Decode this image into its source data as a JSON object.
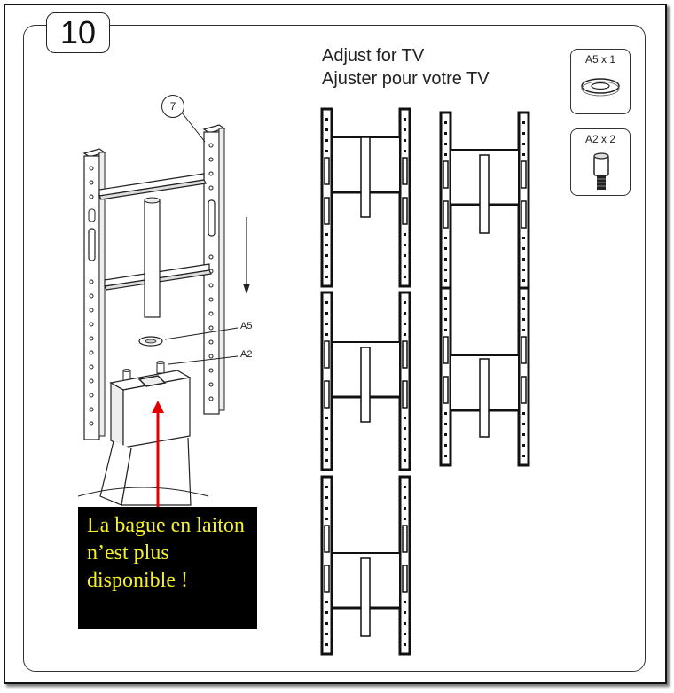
{
  "step": {
    "number": "10"
  },
  "caption": {
    "en": "Adjust for TV",
    "fr": "Ajuster pour votre TV"
  },
  "parts": [
    {
      "label": "A5 x 1",
      "icon": "washer-icon"
    },
    {
      "label": "A2 x 2",
      "icon": "bolt-icon"
    }
  ],
  "callouts": {
    "frame": "7",
    "washer": "A5",
    "bolt": "A2"
  },
  "notice": {
    "text": "La bague en laiton n’est plus disponible !"
  },
  "colors": {
    "notice_bg": "#000000",
    "notice_text": "#f4ee2b",
    "arrow": "#e00000"
  }
}
